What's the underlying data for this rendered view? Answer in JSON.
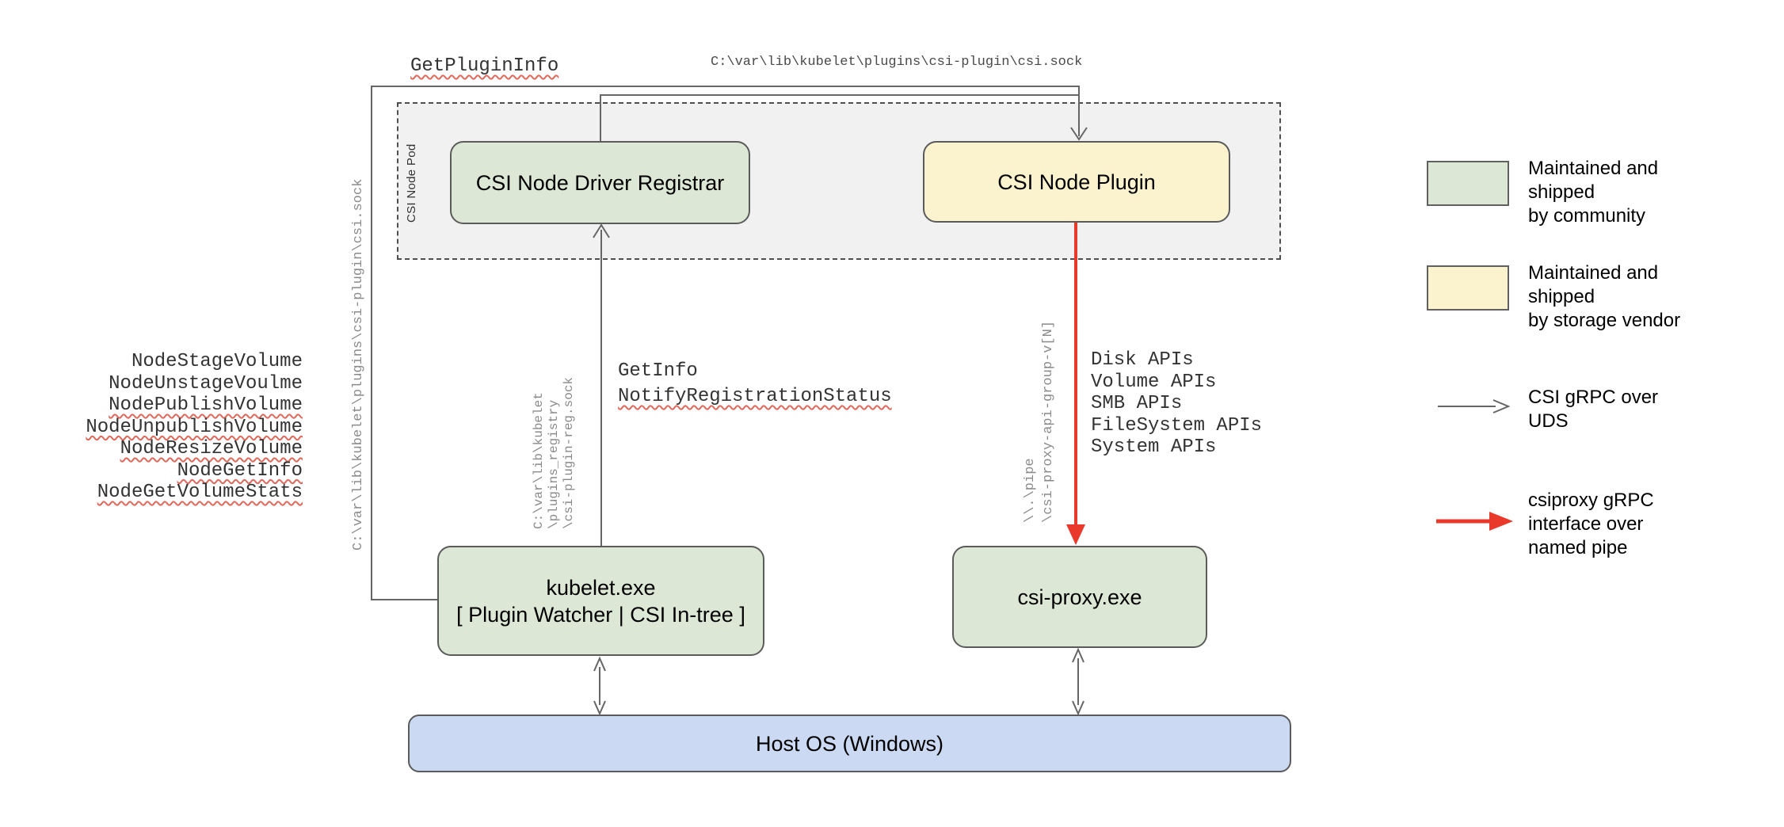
{
  "nodes": {
    "pod_label": "CSI Node Pod",
    "registrar": "CSI Node Driver Registrar",
    "plugin": "CSI Node Plugin",
    "kubelet_line1": "kubelet.exe",
    "kubelet_line2": "[ Plugin Watcher | CSI In-tree ]",
    "csi_proxy": "csi-proxy.exe",
    "host_os": "Host OS (Windows)"
  },
  "edge_labels": {
    "get_plugin_info": "GetPluginInfo",
    "csi_sock_path": "C:\\var\\lib\\kubelet\\plugins\\csi-plugin\\csi.sock",
    "csi_sock_path_vertical": "C:\\var\\lib\\kubelet\\plugins\\csi-plugin\\csi.sock",
    "registry_sock_lines": [
      "C:\\var\\lib\\kubelet",
      "\\plugins_registry",
      "\\csi-plugin-reg.sock"
    ],
    "get_info": "GetInfo",
    "notify_registration_status": "NotifyRegistrationStatus",
    "named_pipe_lines": [
      "\\\\.\\pipe",
      "\\csi-proxy-api-group-v[N]"
    ],
    "node_rpcs": [
      "NodeStageVolume",
      "NodeUnstageVoulme",
      "NodePublishVolume",
      "NodeUnpublishVolume",
      "NodeResizeVolume",
      "NodeGetInfo",
      "NodeGetVolumeStats"
    ],
    "proxy_apis": [
      "Disk APIs",
      "Volume APIs",
      "SMB APIs",
      "FileSystem APIs",
      "System APIs"
    ]
  },
  "legend": {
    "community_lines": [
      "Maintained and shipped",
      "by community"
    ],
    "vendor_lines": [
      "Maintained and shipped",
      "by storage vendor"
    ],
    "uds_lines": [
      "CSI gRPC over",
      "UDS"
    ],
    "pipe_lines": [
      "csiproxy gRPC",
      "interface over",
      "named pipe"
    ]
  },
  "colors": {
    "community_green": "#DCE8D5",
    "vendor_yellow": "#FBF2CE",
    "host_blue": "#CCD9F3",
    "pod_gray": "#F1F1F1",
    "line_gray": "#666666",
    "border_gray": "#5B5B5B",
    "pipe_red": "#E8392B",
    "squiggle_red": "#E0695C"
  }
}
